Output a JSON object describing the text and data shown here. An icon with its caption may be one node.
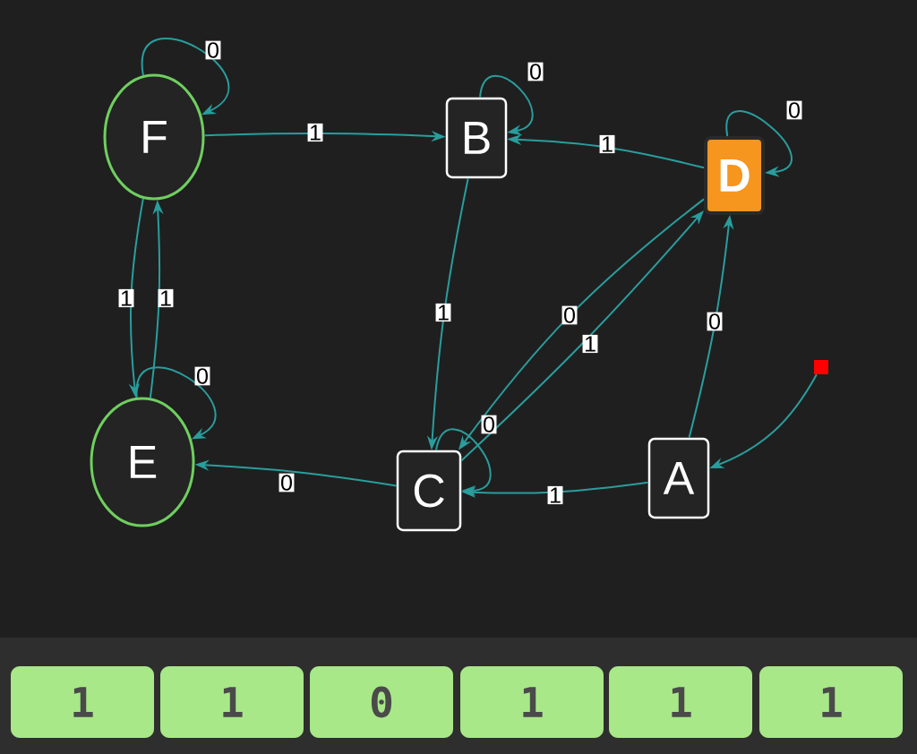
{
  "diagram": {
    "nodes": [
      {
        "text": [
          "F"
        ]
      },
      {
        "text": [
          "B"
        ]
      },
      {
        "text": [
          "D"
        ]
      },
      {
        "text": [
          "E"
        ]
      },
      {
        "text": [
          "C"
        ]
      },
      {
        "text": [
          "A"
        ]
      },
      {
        "text": [],
        "shape": "box"
      },
      {
        "text": [
          "1"
        ]
      },
      {
        "text": [
          "1"
        ]
      },
      {
        "text": [
          "0"
        ]
      },
      {
        "text": [
          "1"
        ]
      },
      {
        "text": [
          "1"
        ]
      },
      {
        "text": [
          "1"
        ]
      }
    ],
    "edges": [
      {
        "from": 0,
        "to": 0,
        "label": "0",
        "arrow": "to"
      },
      {
        "from": 0,
        "to": 1,
        "label": "1",
        "arrow": "to"
      },
      {
        "from": 1,
        "to": 1,
        "label": "0",
        "arrow": "to"
      },
      {
        "from": 2,
        "to": 1,
        "label": "1",
        "arrow": "to"
      },
      {
        "from": 2,
        "to": 2,
        "label": "0",
        "arrow": "to"
      },
      {
        "from": 0,
        "to": 3,
        "label": "1",
        "arrow": "to"
      },
      {
        "from": 3,
        "to": 0,
        "label": "1",
        "arrow": "to"
      },
      {
        "from": 3,
        "to": 3,
        "label": "0",
        "arrow": "to"
      },
      {
        "from": 1,
        "to": 4,
        "label": "1",
        "arrow": "to"
      },
      {
        "from": 2,
        "to": 4,
        "label": "0",
        "arrow": "to"
      },
      {
        "from": 4,
        "to": 2,
        "label": "1",
        "arrow": "to"
      },
      {
        "from": 4,
        "to": 4,
        "label": "0",
        "arrow": "to"
      },
      {
        "from": 4,
        "to": 3,
        "label": "0",
        "arrow": "to"
      },
      {
        "from": 5,
        "to": 4,
        "label": "1",
        "arrow": "to"
      },
      {
        "from": 5,
        "to": 2,
        "label": "0",
        "arrow": "to"
      },
      {
        "from": 6,
        "to": 5,
        "arrow": "to"
      }
    ]
  }
}
